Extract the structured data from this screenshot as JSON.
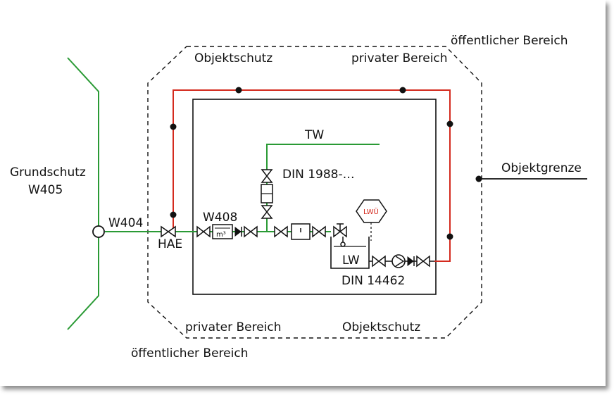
{
  "labels": {
    "oeffentlich_top": "öffentlicher Bereich",
    "oeffentlich_bottom": "öffentlicher Bereich",
    "objektschutz_top": "Objektschutz",
    "objektschutz_bottom": "Objektschutz",
    "privat_top": "privater Bereich",
    "privat_bottom": "privater Bereich",
    "objektgrenze": "Objektgrenze",
    "grundschutz": "Grundschutz",
    "w405": "W405",
    "w404": "W404",
    "hae": "HAE",
    "w408": "W408",
    "meter_unit": "m³",
    "tw": "TW",
    "din1988": "DIN 1988-…",
    "lwu": "LWÜ",
    "lw": "LW",
    "din14462": "DIN 14462"
  },
  "colors": {
    "green": "#2a9a35",
    "red": "#d42a1e",
    "black": "#111111",
    "lwu_text": "#d42a1e"
  }
}
